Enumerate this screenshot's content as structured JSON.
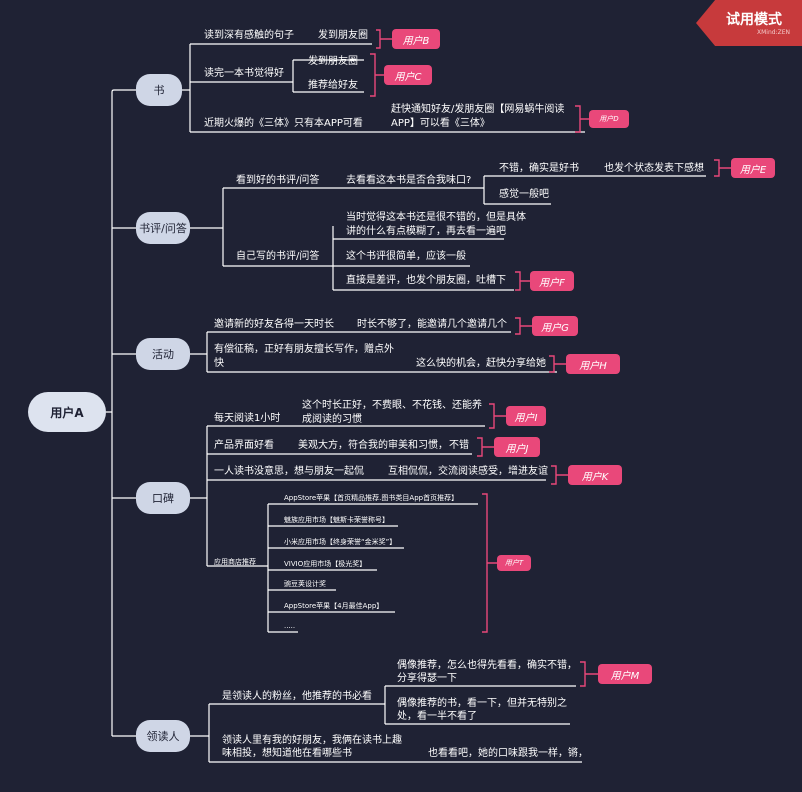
{
  "root": "用户A",
  "badge": {
    "title": "试用模式",
    "sub": "XMind:ZEN"
  },
  "branches": {
    "book": "书",
    "review": "书评/问答",
    "activity": "活动",
    "wom": "口碑",
    "leader": "领读人"
  },
  "book": {
    "b1": "读到深有感触的句子",
    "b1a": "发到朋友圈",
    "b2": "读完一本书觉得好",
    "b2a": "发到朋友圈",
    "b2b": "推荐给好友",
    "b3": "近期火爆的《三体》只有本APP可看",
    "b3a1": "赶快通知好友/发朋友圈【网易蜗牛阅读",
    "b3a2": "APP】可以看《三体》"
  },
  "review": {
    "r1": "看到好的书评/问答",
    "r1a": "去看看这本书是否合我味口?",
    "r1a1": "不错，确实是好书",
    "r1a1a": "也发个状态发表下感想",
    "r1a2": "感觉一般吧",
    "r2": "自己写的书评/问答",
    "r2a1": "当时觉得这本书还是很不错的，但是具体",
    "r2a2": "讲的什么有点模糊了，再去看一遍吧",
    "r2b": "这个书评很简单，应该一般",
    "r2c": "直接是差评，也发个朋友圈，吐槽下"
  },
  "activity": {
    "a1": "邀请新的好友各得一天时长",
    "a1a": "时长不够了，能邀请几个邀请几个",
    "a2a": "有偿征稿，正好有朋友擅长写作，赠点外",
    "a2b": "快",
    "a2c": "这么快的机会，赶快分享给她"
  },
  "wom": {
    "w1": "每天阅读1小时",
    "w1a1": "这个时长正好，不费眼、不花钱、还能养",
    "w1a2": "成阅读的习惯",
    "w2": "产品界面好看",
    "w2a": "美观大方，符合我的审美和习惯，",
    "w2b": "不错",
    "w3": "一人读书没意思，想与朋友一起侃",
    "w3a": "互相侃侃，交流阅读感受，增进友谊",
    "store": "应用商店推荐",
    "s1": "AppStore苹果【首页精品推荐.图书类目App首页推荐】",
    "s2": "魅族应用市场【魅斯卡荣誉称号】",
    "s3": "小米应用市场【终身荣誉“金米奖”】",
    "s4": "VIVIO应用市场【极光奖】",
    "s5": "豌豆荚设计奖",
    "s6": "AppStore苹果【4月最佳App】",
    "s7": "....."
  },
  "leader": {
    "l1": "是领读人的粉丝，他推荐的书必看",
    "l1a1": "偶像推荐，怎么也得先看看，确实不错，",
    "l1a2": "分享得瑟一下",
    "l1b1": "偶像推荐的书，看一下，但并无特别之",
    "l1b2": "处，看一半不看了",
    "l2a": "领读人里有我的好朋友，我俩在读书上趣",
    "l2b": "味相投，想知道他在看哪些书",
    "l2c": "也看看吧，她的口味跟我一样，锵，"
  },
  "tags": {
    "B": "用户B",
    "C": "用户C",
    "D": "用户D",
    "E": "用户E",
    "F": "用户F",
    "G": "用户G",
    "H": "用户H",
    "I": "用户I",
    "J": "用户J",
    "K": "用户K",
    "T": "用户T",
    "M": "用户M"
  },
  "colors": {
    "background": "#1f2234",
    "line": "#ffffff",
    "tag": "#e9487a",
    "bracket": "#e9487a",
    "node": "#cfd6e6",
    "badge": "#c73a3c"
  }
}
